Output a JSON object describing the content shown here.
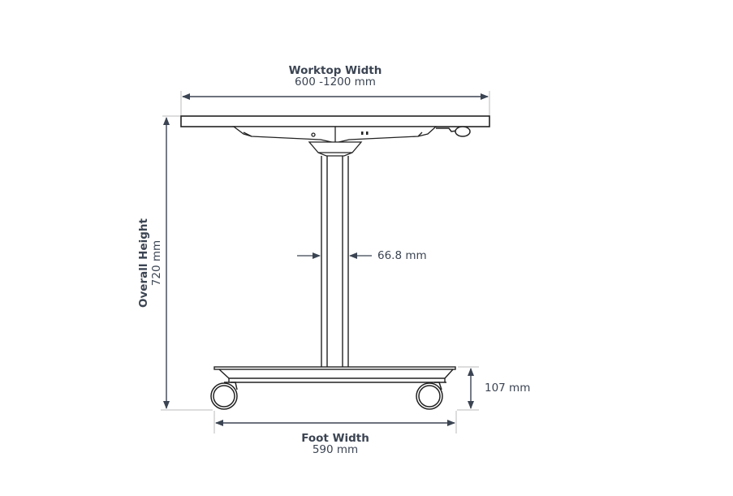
{
  "diagram": {
    "subject": "Height-adjustable mobile desk side view dimensions",
    "dimensions": {
      "worktop_width": {
        "label": "Worktop Width",
        "value": "600 -1200 mm"
      },
      "overall_height": {
        "label": "Overall Height",
        "value": "720 mm"
      },
      "column_width": {
        "value": "66.8 mm"
      },
      "foot_height": {
        "value": "107 mm"
      },
      "foot_width": {
        "label": "Foot Width",
        "value": "590 mm"
      }
    },
    "colors": {
      "dimension_line": "#3b4452",
      "drawing_line": "#222222",
      "text": "#3b4452"
    }
  }
}
